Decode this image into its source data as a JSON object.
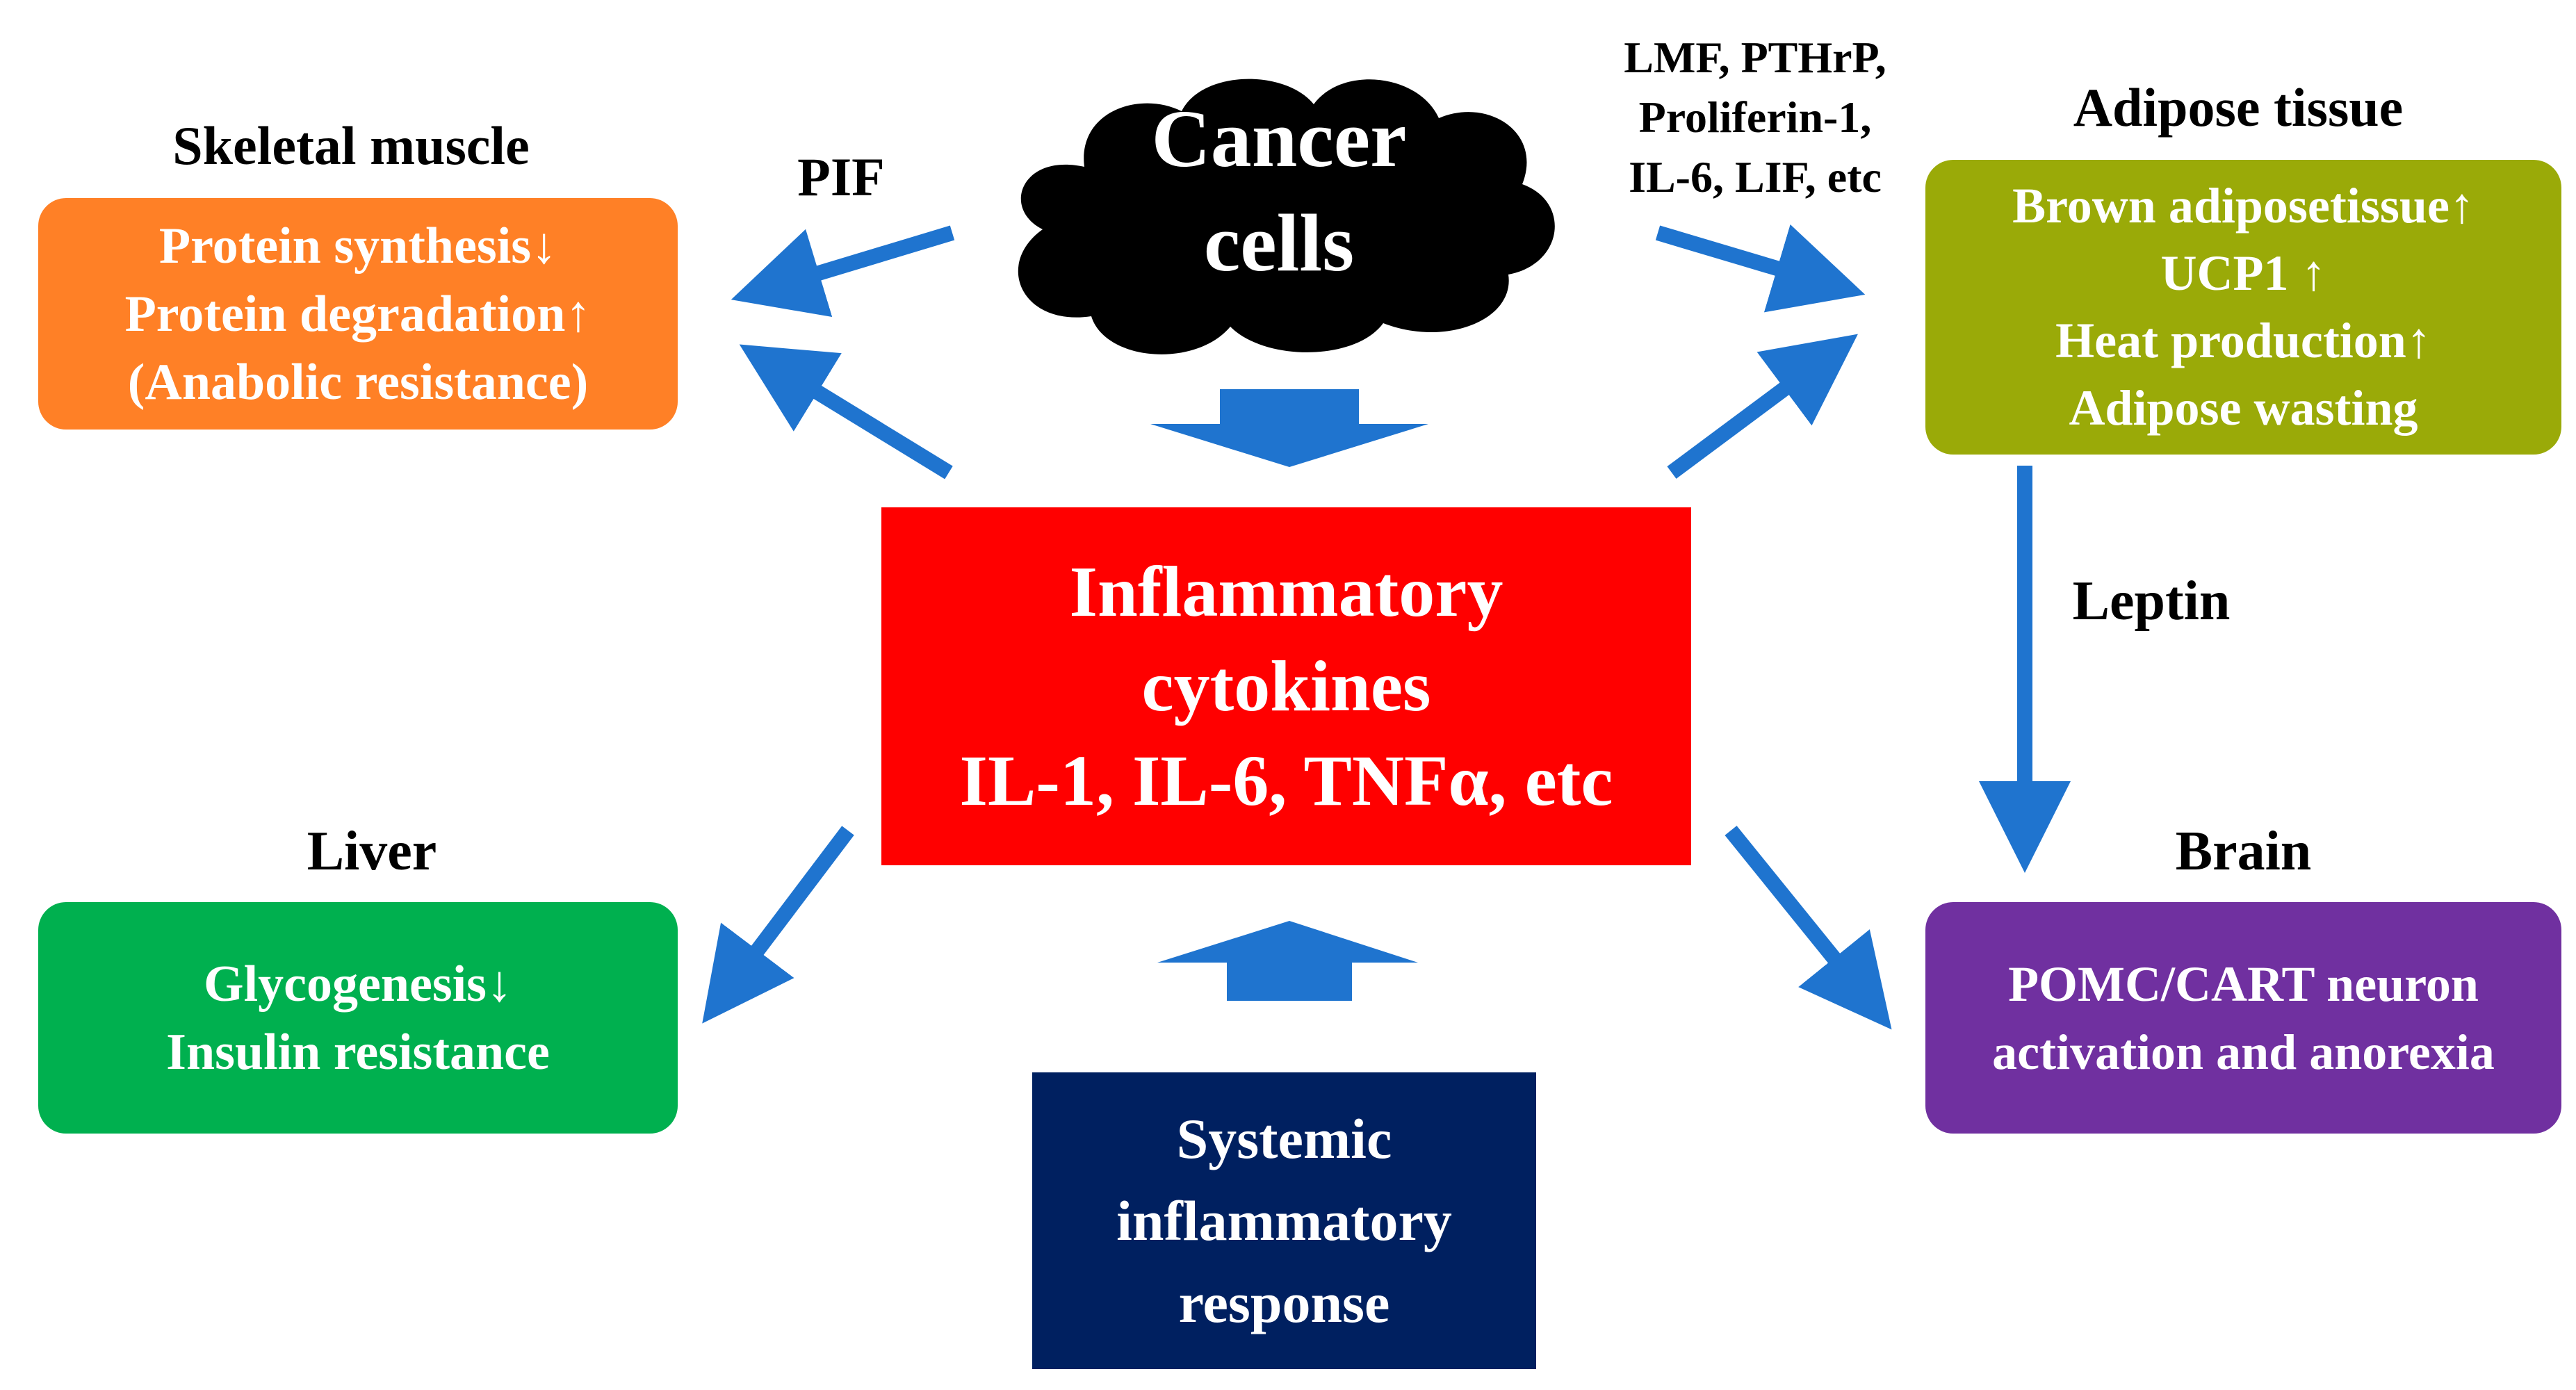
{
  "cancer": {
    "lines": [
      "Cancer",
      "cells"
    ]
  },
  "skeletal": {
    "title": "Skeletal muscle",
    "signal": "PIF",
    "lines": [
      "Protein synthesis↓",
      "Protein degradation↑",
      "(Anabolic resistance)"
    ],
    "color": "#FF8026"
  },
  "adipose": {
    "title": "Adipose tissue",
    "signals": [
      "LMF, PTHrP,",
      "Proliferin-1,",
      "IL-6, LIF, etc"
    ],
    "lines": [
      "Brown adiposetissue↑",
      "UCP1 ↑",
      "Heat production↑",
      "Adipose wasting"
    ],
    "color": "#9AAA08"
  },
  "center": {
    "lines": [
      "Inflammatory",
      "cytokines",
      "IL-1, IL-6, TNFα, etc"
    ],
    "color": "#FF0000"
  },
  "leptin": "Leptin",
  "liver": {
    "title": "Liver",
    "lines": [
      "Glycogenesis↓",
      "Insulin resistance"
    ],
    "color": "#00B04F"
  },
  "brain": {
    "title": "Brain",
    "lines": [
      "POMC/CART neuron",
      "activation and anorexia"
    ],
    "color": "#7030A0"
  },
  "systemic": {
    "lines": [
      "Systemic",
      "inflammatory",
      "response"
    ],
    "color": "#002060"
  },
  "arrow_color": "#1F74CF"
}
